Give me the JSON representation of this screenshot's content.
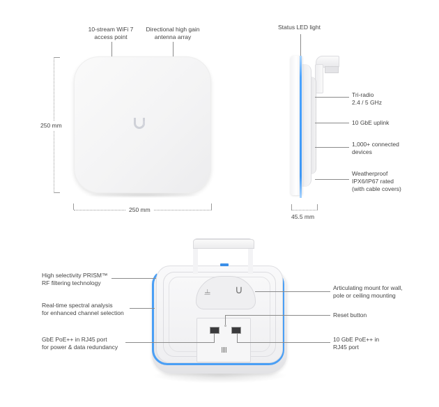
{
  "front_view": {
    "callouts": {
      "wifi": {
        "line1": "10-stream WiFi 7",
        "line2": "access point"
      },
      "antenna": {
        "line1": "Directional high gain",
        "line2": "antenna array"
      }
    },
    "dimensions": {
      "height": "250 mm",
      "width": "250 mm"
    },
    "logo_icon": "ubiquiti-u-logo"
  },
  "side_view": {
    "callouts": {
      "status_led": "Status LED light",
      "tri_radio": {
        "line1": "Tri-radio",
        "line2": "2.4 / 5 GHz"
      },
      "uplink": "10 GbE uplink",
      "devices": {
        "line1": "1,000+ connected",
        "line2": "devices"
      },
      "weather": {
        "line1": "Weatherproof",
        "line2": "IPX6/IP67 rated",
        "line3": "(with cable covers)"
      }
    },
    "dimensions": {
      "depth": "45.5 mm"
    },
    "led_color": "#4a9ff5"
  },
  "bottom_view": {
    "left_callouts": {
      "prism": {
        "line1": "High selectivity PRISM™",
        "line2": "RF filtering technology"
      },
      "spectral": {
        "line1": "Real-time spectral analysis",
        "line2": "for enhanced channel selection"
      },
      "gbe_port": {
        "line1": "GbE PoE++ in RJ45 port",
        "line2": "for power & data redundancy"
      }
    },
    "right_callouts": {
      "mount": {
        "line1": "Articulating mount for wall,",
        "line2": "pole or ceiling mounting"
      },
      "reset": "Reset button",
      "tengbe_port": {
        "line1": "10 GbE PoE++ in",
        "line2": "RJ45 port"
      }
    },
    "led_color": "#4a9ff5"
  }
}
